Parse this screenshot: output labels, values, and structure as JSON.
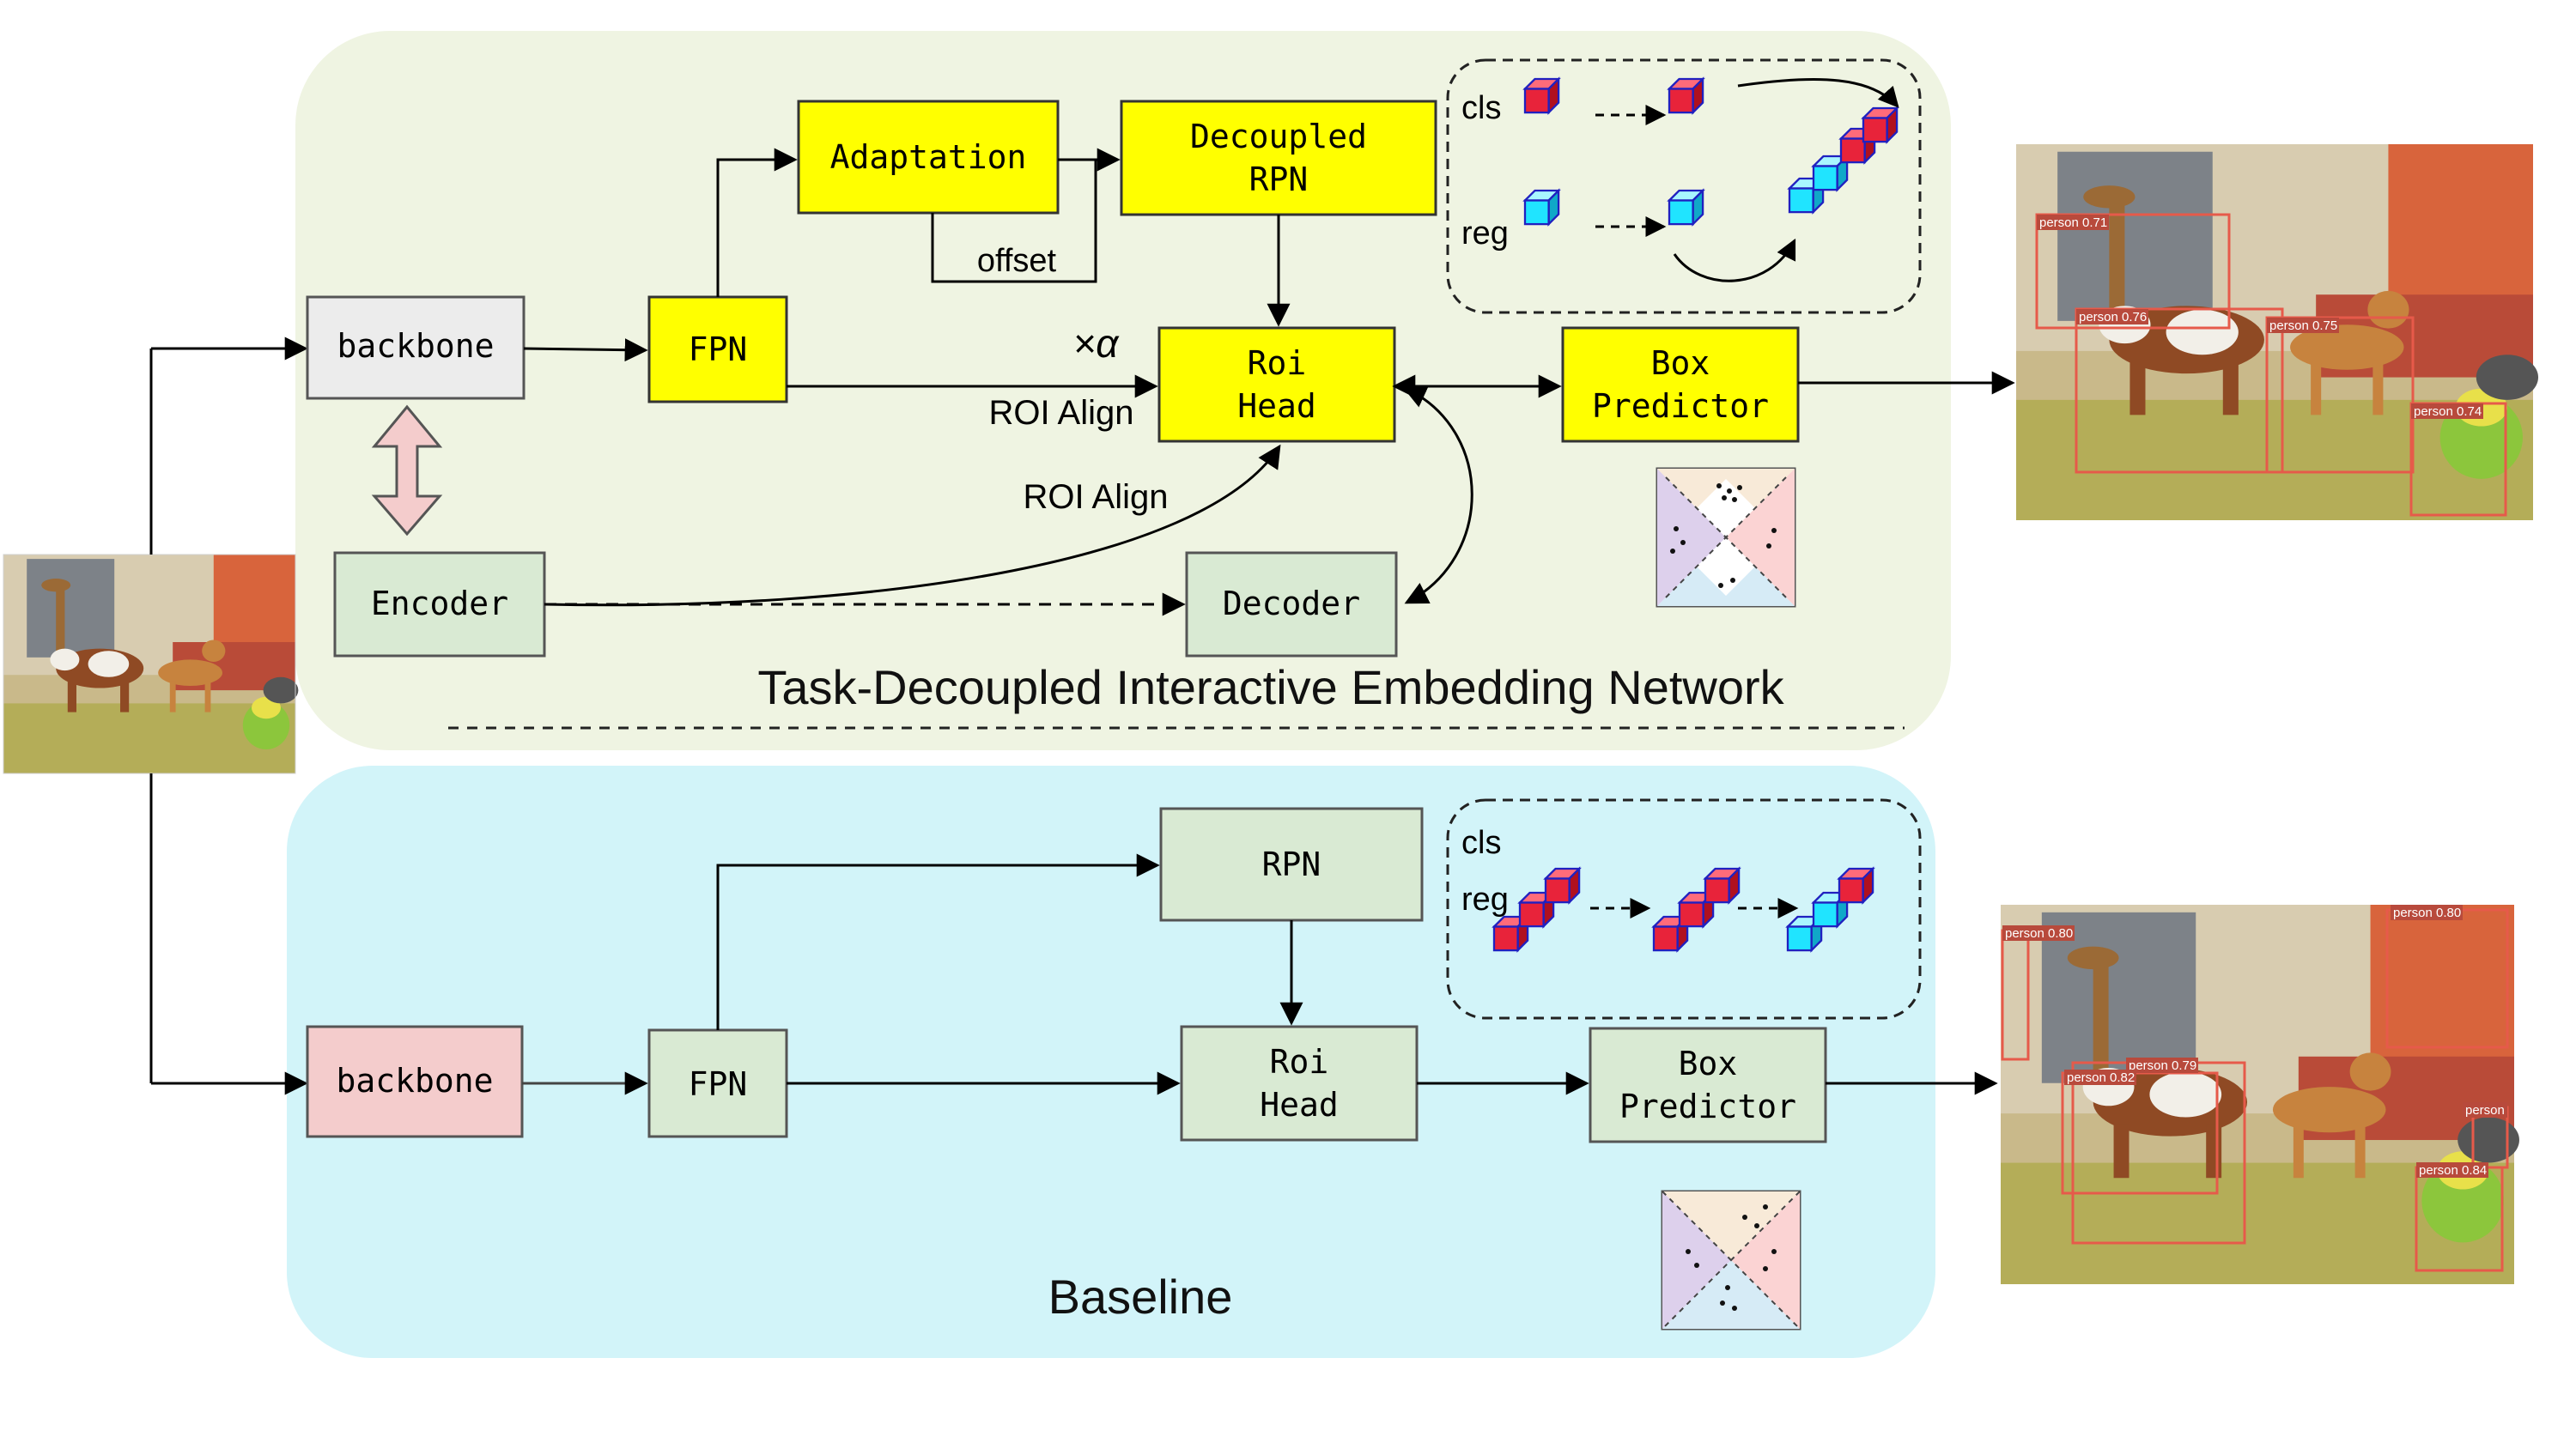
{
  "colors": {
    "top_panel": "#eff4e2",
    "bottom_panel": "#d2f4f9",
    "yellow": "#ffff00",
    "green_box": "#d9ead3",
    "gray_box": "#ececec",
    "pink_box": "#f4cccc",
    "cls_block": "#e8233a",
    "reg_block": "#20e4ff",
    "detection_box": "#e65a4a"
  },
  "top": {
    "title": "Task-Decoupled Interactive Embedding Network",
    "backbone": "backbone",
    "fpn": "FPN",
    "adaptation": "Adaptation",
    "decoupled_rpn_line1": "Decoupled",
    "decoupled_rpn_line2": "RPN",
    "offset": "offset",
    "alpha": "×α",
    "roi_align_1": "ROI Align",
    "roi_align_2": "ROI Align",
    "roi_head_line1": "Roi",
    "roi_head_line2": "Head",
    "box_predictor_line1": "Box",
    "box_predictor_line2": "Predictor",
    "encoder": "Encoder",
    "decoder": "Decoder",
    "cls": "cls",
    "reg": "reg",
    "detections": [
      {
        "label": "person 0.71"
      },
      {
        "label": "person 0.76"
      },
      {
        "label": "person 0.75"
      },
      {
        "label": "person 0.74"
      }
    ]
  },
  "bottom": {
    "title": "Baseline",
    "backbone": "backbone",
    "fpn": "FPN",
    "rpn": "RPN",
    "roi_head_line1": "Roi",
    "roi_head_line2": "Head",
    "box_predictor_line1": "Box",
    "box_predictor_line2": "Predictor",
    "cls": "cls",
    "reg": "reg",
    "detections": [
      {
        "label": "person 0.80"
      },
      {
        "label": "person 0.80"
      },
      {
        "label": "person 0.79"
      },
      {
        "label": "person 0.82"
      },
      {
        "label": "person"
      },
      {
        "label": "person 0.84"
      }
    ]
  }
}
